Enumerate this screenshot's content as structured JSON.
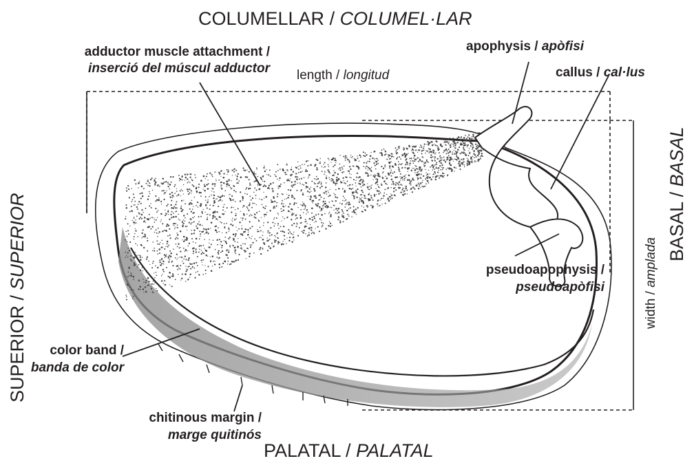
{
  "orientation": {
    "top": {
      "en": "COLUMELLAR",
      "sep": " / ",
      "ca": "COLUMEL·LAR"
    },
    "bottom": {
      "en": "PALATAL",
      "sep": " / ",
      "ca": "PALATAL"
    },
    "left": {
      "en": "SUPERIOR",
      "sep": " / ",
      "ca": "SUPERIOR"
    },
    "right": {
      "en": "BASAL",
      "sep": " / ",
      "ca": "BASAL"
    }
  },
  "dimensions": {
    "length": {
      "en": "length",
      "sep": " / ",
      "ca": "longitud"
    },
    "width": {
      "en": "width",
      "sep": " / ",
      "ca": "amplada"
    }
  },
  "parts": {
    "adductor": {
      "en": "adductor muscle attachment /",
      "ca": "inserció del múscul adductor"
    },
    "apophysis": {
      "en": "apophysis / ",
      "ca": "apòfisi"
    },
    "callus": {
      "en": "callus / ",
      "ca": "cal·lus"
    },
    "pseudoapophysis": {
      "en": "pseudoapophysis /",
      "ca": "pseudoapòfisi"
    },
    "color_band": {
      "en": "color band /",
      "ca": "banda de color"
    },
    "chitinous": {
      "en": "chitinous margin /",
      "ca": "marge quitinós"
    }
  },
  "colors": {
    "ink": "#231f20",
    "band": "#8c8c8c",
    "stipple": "#444444"
  }
}
